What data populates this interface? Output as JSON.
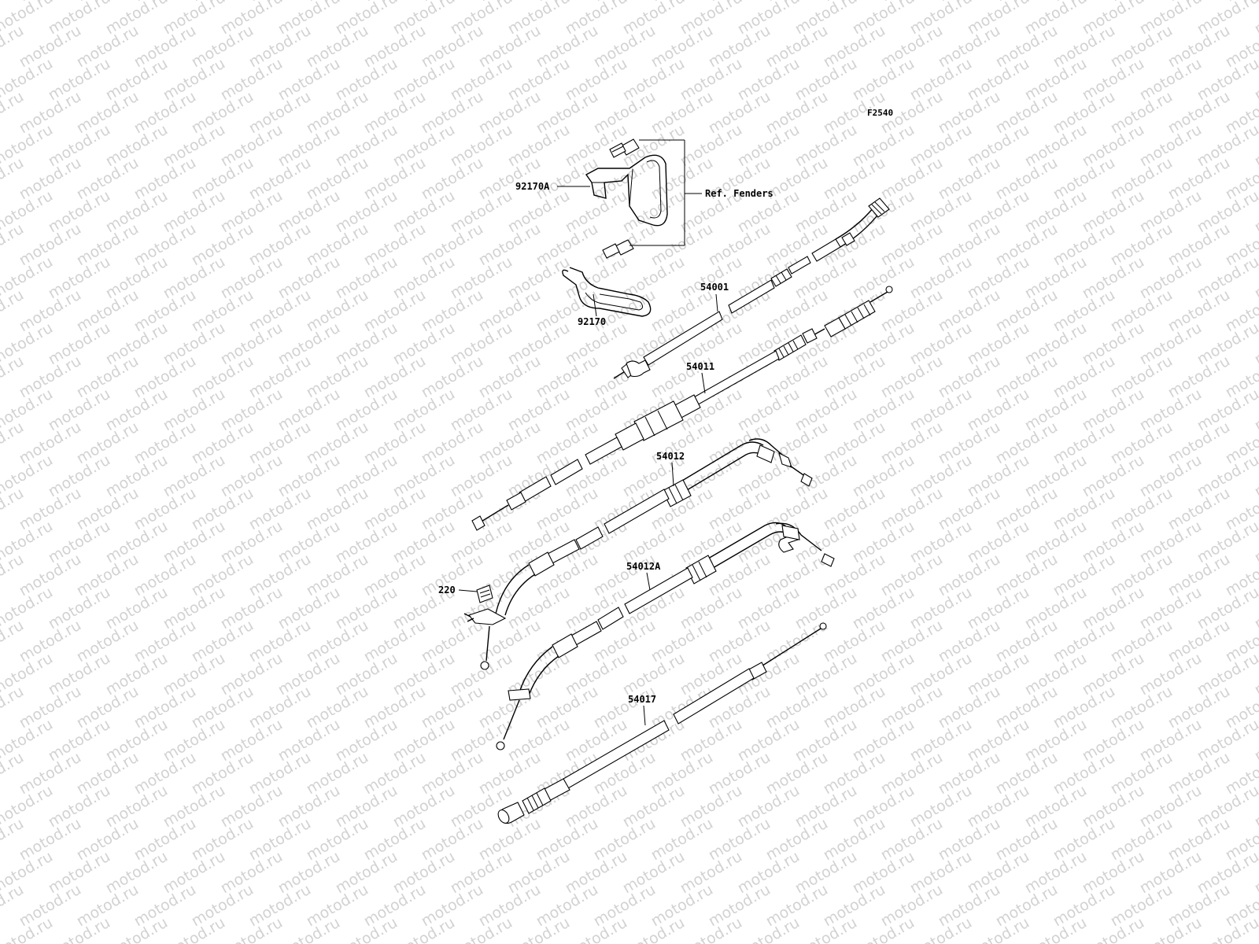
{
  "figure": {
    "code": "F2540",
    "watermark_text": "motod.ru"
  },
  "labels": {
    "p92170A": "92170A",
    "ref_fenders": "Ref. Fenders",
    "p92170": "92170",
    "p54001": "54001",
    "p54011": "54011",
    "p54012": "54012",
    "p54012A": "54012A",
    "p220": "220",
    "p54017": "54017"
  },
  "colors": {
    "line": "#000000",
    "watermark": "#d2d2d2",
    "background": "#ffffff"
  }
}
